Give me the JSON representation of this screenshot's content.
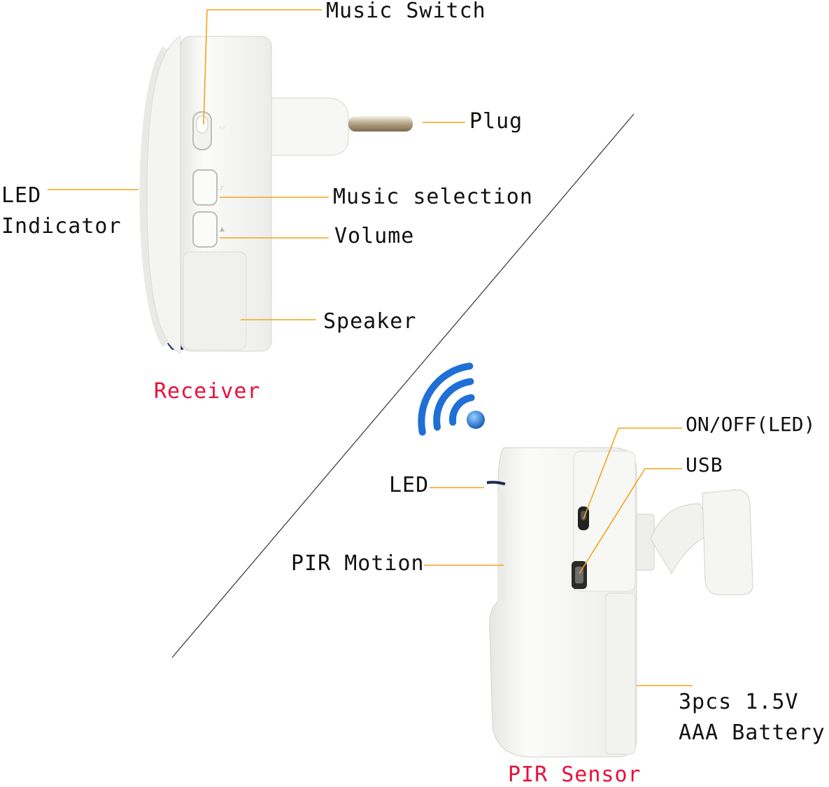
{
  "receiver": {
    "caption": "Receiver",
    "labels": {
      "music_switch": "Music Switch",
      "plug": "Plug",
      "led_indicator_line1": "LED",
      "led_indicator_line2": "Indicator",
      "music_selection": "Music selection",
      "volume": "Volume",
      "speaker": "Speaker"
    }
  },
  "sensor": {
    "caption": "PIR Sensor",
    "labels": {
      "on_off": "ON/OFF(LED)",
      "usb": "USB",
      "led": "LED",
      "pir_motion": "PIR Motion",
      "battery_line1": "3pcs 1.5V",
      "battery_line2": "AAA Battery"
    }
  },
  "colors": {
    "callout_line": "#f2a51a",
    "caption_red": "#e8103a",
    "wifi_blue": "#1f6fd6",
    "device_white": "#f5f5f3",
    "device_edge": "#d9d9d6"
  },
  "icons": [
    "wifi-signal-icon"
  ]
}
